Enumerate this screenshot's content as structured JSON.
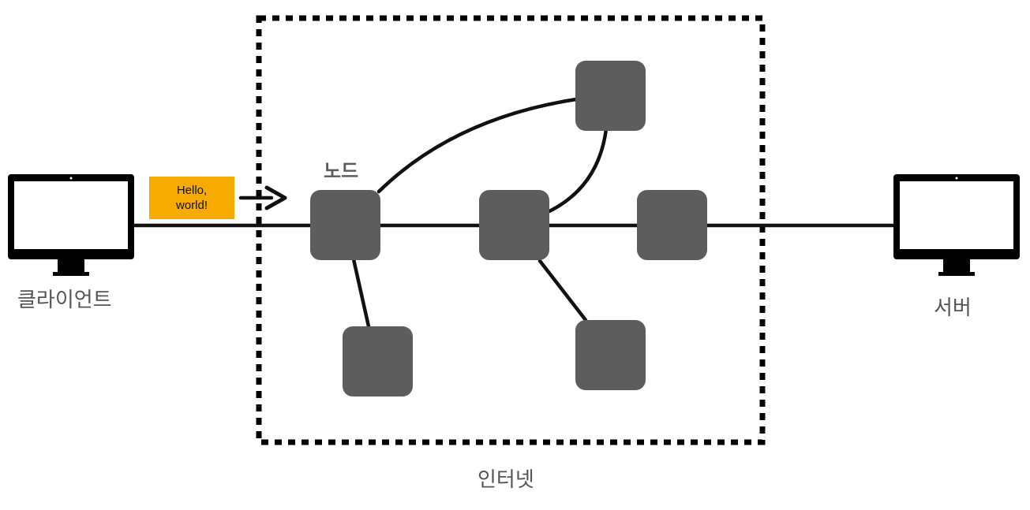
{
  "labels": {
    "client": "클라이언트",
    "server": "서버",
    "internet": "인터넷",
    "node": "노드"
  },
  "message": {
    "text": "Hello,\nworld!"
  },
  "colors": {
    "node_fill": "#5d5d5d",
    "message_fill": "#f7ab00",
    "line": "#111111",
    "label_text": "#555555"
  },
  "icons": {
    "client": "monitor-icon",
    "server": "monitor-icon",
    "arrow": "arrow-right-icon"
  }
}
